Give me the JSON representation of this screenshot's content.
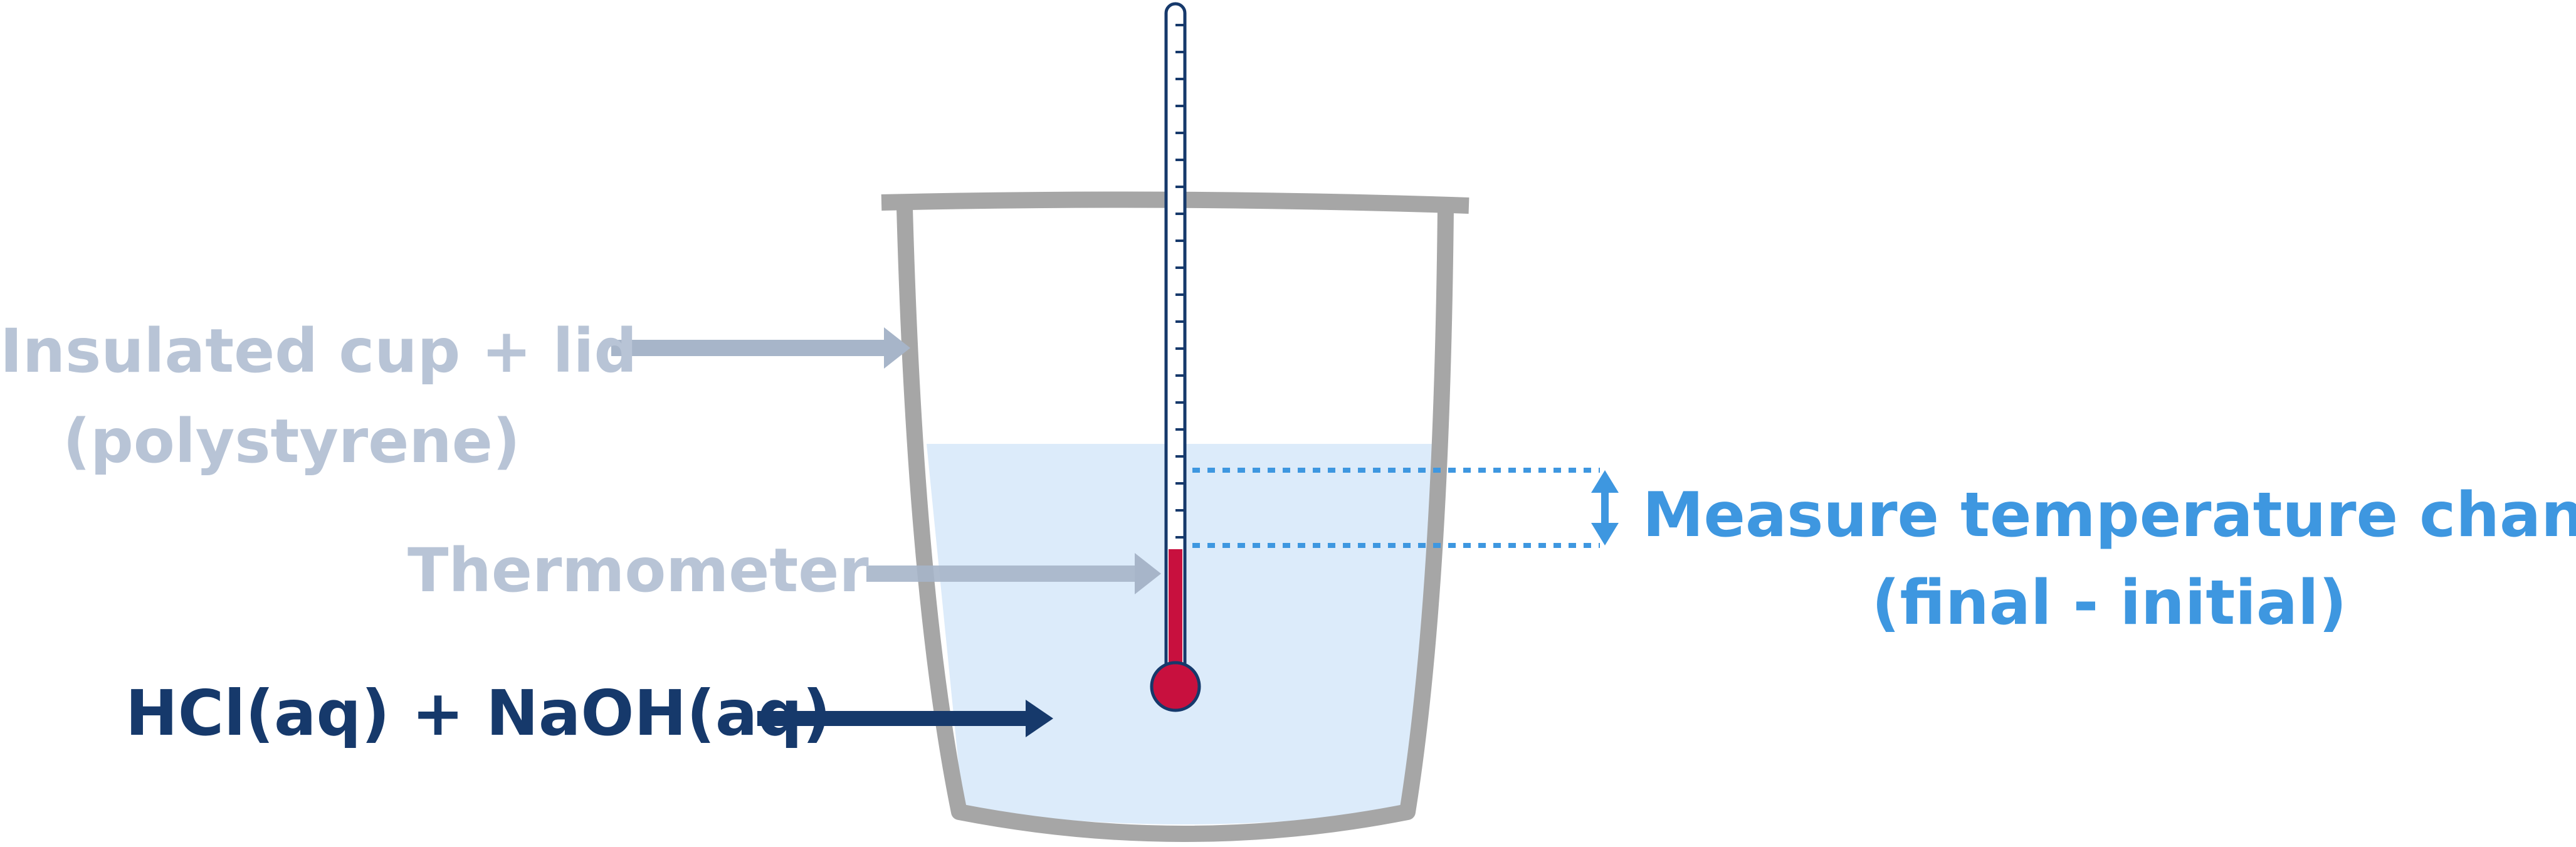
{
  "diagram": {
    "labels": {
      "cup_line1": "Insulated cup + lid",
      "cup_line2": "(polystyrene)",
      "thermometer": "Thermometer",
      "reactants": "HCl(aq) + NaOH(aq)",
      "measure_line1": "Measure temperature change",
      "measure_line2": "(final - initial)"
    },
    "colors": {
      "cup_outline": "#a6a6a6",
      "liquid": "#dcebfa",
      "faded_label": "#b8c4d6",
      "faded_arrow": "#a7b5c9",
      "reactant_label": "#16396b",
      "thermometer_outline": "#16396b",
      "mercury": "#c8103e",
      "measure_accent": "#3e97e0"
    }
  }
}
